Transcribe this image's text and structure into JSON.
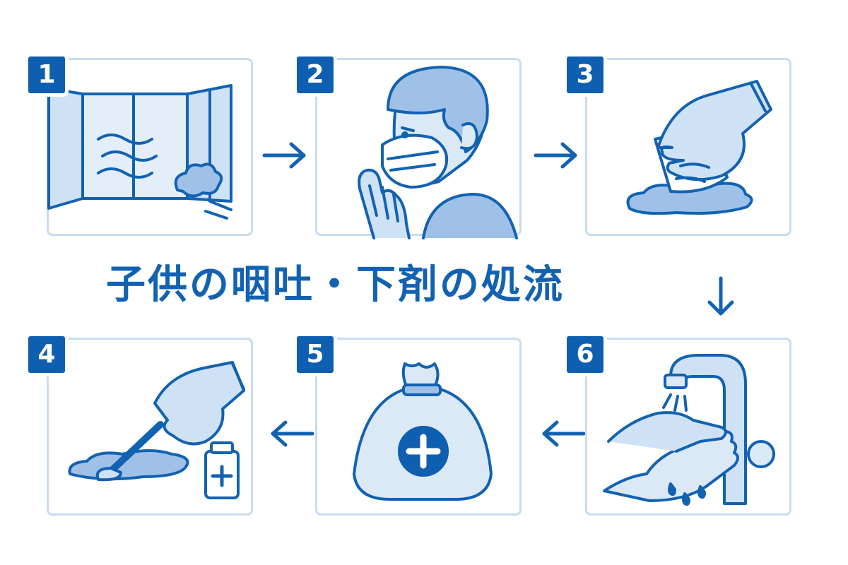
{
  "title": "子供の咽吐・下剤の処流",
  "steps": [
    {
      "number": "1",
      "icon": "open-window-ventilation-icon"
    },
    {
      "number": "2",
      "icon": "person-wearing-mask-icon"
    },
    {
      "number": "3",
      "icon": "gloved-hand-wiping-icon"
    },
    {
      "number": "4",
      "icon": "scraper-and-disinfectant-icon"
    },
    {
      "number": "5",
      "icon": "sealed-medical-waste-bag-icon"
    },
    {
      "number": "6",
      "icon": "hand-washing-faucet-icon"
    }
  ],
  "flow": [
    "right",
    "right",
    "down",
    "left",
    "left"
  ],
  "colors": {
    "primary": "#1262b2",
    "badge": "#0f5fb0",
    "light_fill": "#dbe9f7",
    "mid_fill": "#9fc1e8",
    "panel_border": "#c9dcef"
  }
}
